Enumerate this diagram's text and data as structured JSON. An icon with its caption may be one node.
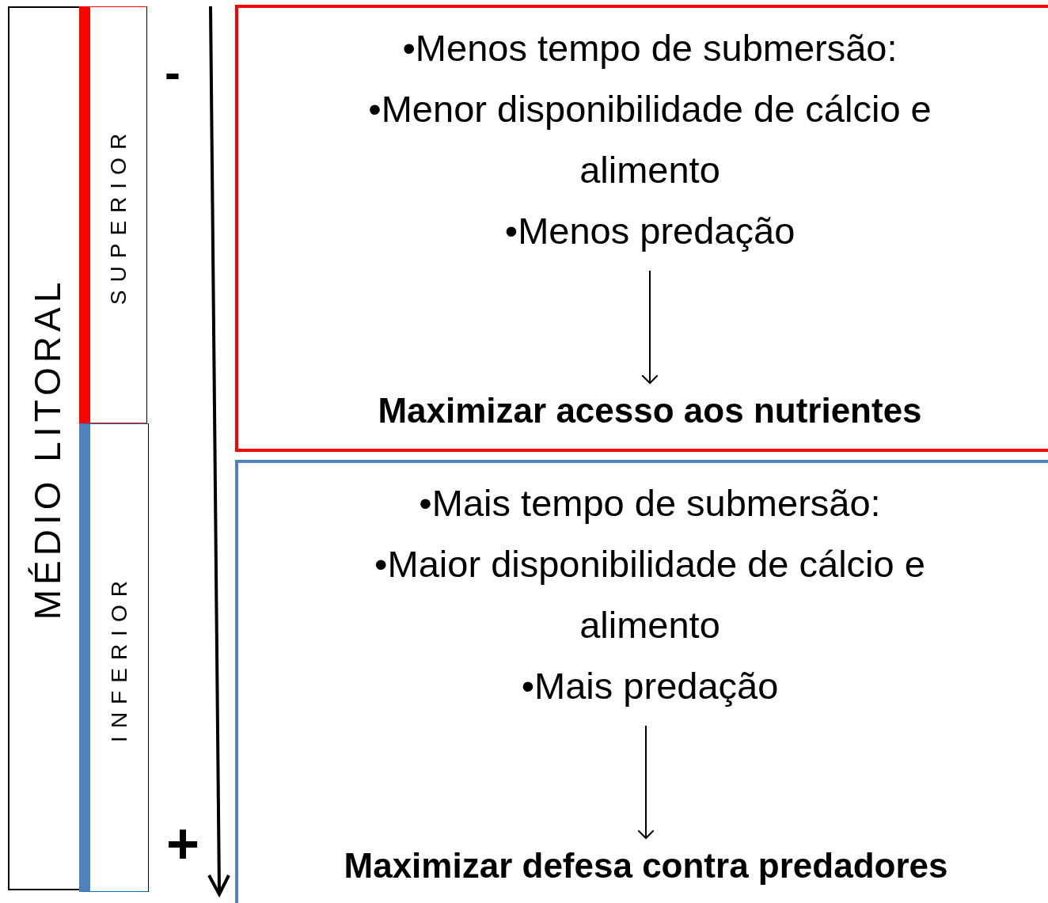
{
  "diagram": {
    "nodes": [
      {
        "text": [
          "MÉDIO LITORAL"
        ]
      },
      {
        "text": [
          "SUPERIOR"
        ]
      },
      {
        "text": [
          "INFERIOR"
        ]
      },
      {
        "text": [],
        "shape": "box"
      },
      {
        "text": [
          "•Menos tempo de submersão:",
          "•Menor disponibilidade de cálcio e alimento",
          "•Menos predação"
        ],
        "in": 3
      },
      {
        "text": [
          "Maximizar acesso aos nutrientes"
        ],
        "in": 3
      },
      {
        "text": [],
        "shape": "box"
      },
      {
        "text": [
          "•Mais tempo de submersão:",
          "•Maior disponibilidade de cálcio e alimento",
          "•Mais predação"
        ],
        "in": 6
      },
      {
        "text": [
          "Maximizar defesa contra predadores"
        ],
        "in": 6
      }
    ],
    "edges": [
      {
        "from": 4,
        "to": 5,
        "arrow": "to"
      },
      {
        "from": 7,
        "to": 8,
        "arrow": "to"
      }
    ],
    "labels": [
      "-",
      "+"
    ]
  }
}
